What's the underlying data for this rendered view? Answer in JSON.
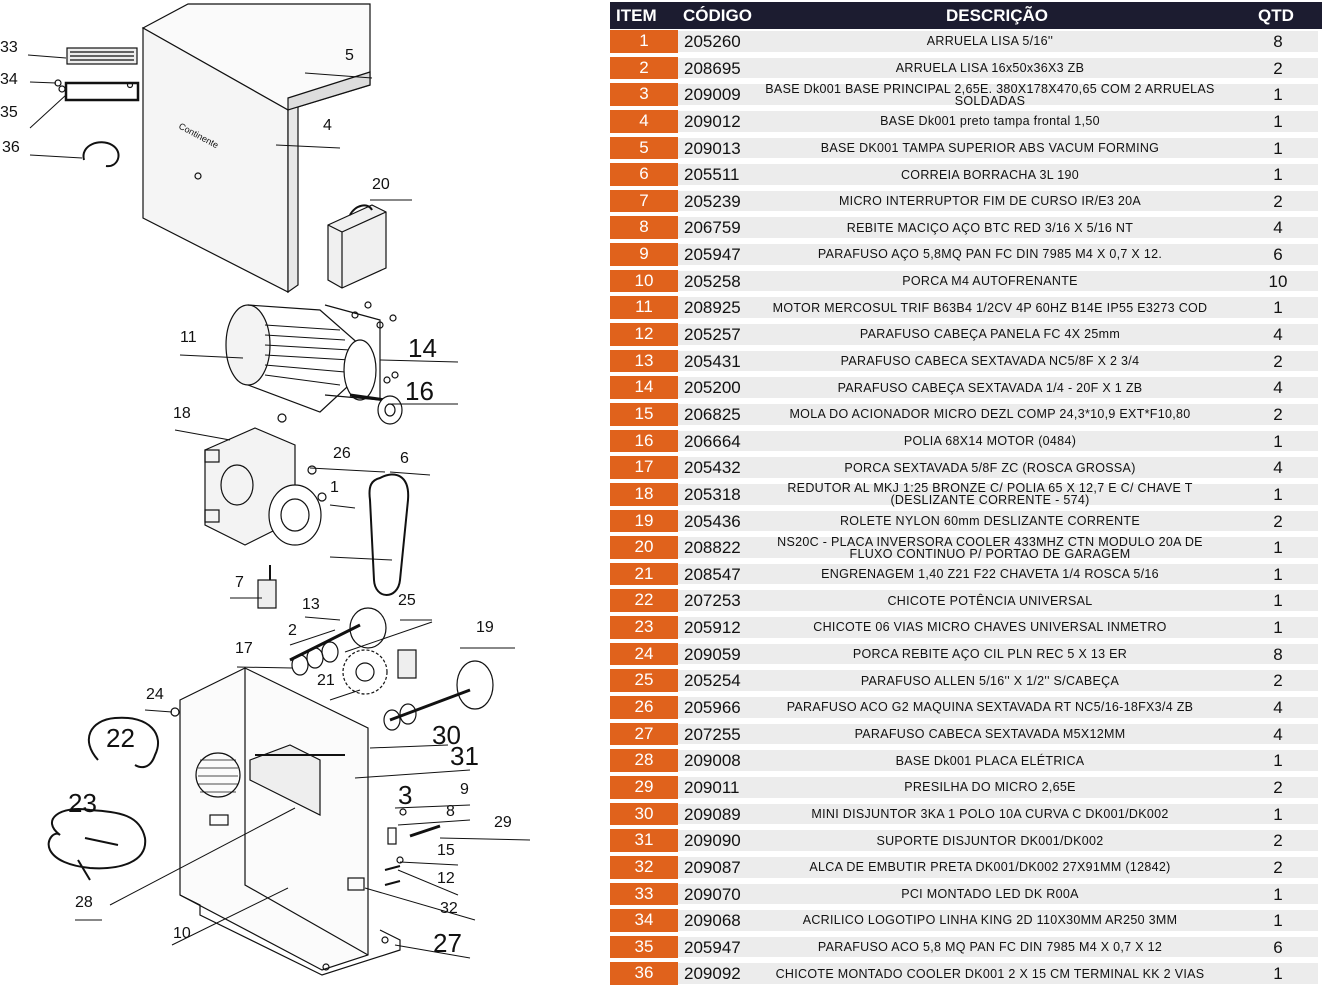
{
  "header": {
    "item": "ITEM",
    "code": "CÓDIGO",
    "desc": "DESCRIÇÃO",
    "qty": "QTD"
  },
  "parts": [
    {
      "item": "1",
      "code": "205260",
      "desc": "ARRUELA LISA 5/16''",
      "qty": "8"
    },
    {
      "item": "2",
      "code": "208695",
      "desc": "ARRUELA LISA 16x50x36X3 ZB",
      "qty": "2"
    },
    {
      "item": "3",
      "code": "209009",
      "desc": "BASE Dk001 BASE PRINCIPAL 2,65E. 380X178X470,65 COM 2 ARRUELAS SOLDADAS",
      "qty": "1"
    },
    {
      "item": "4",
      "code": "209012",
      "desc": "BASE Dk001 preto tampa frontal 1,50",
      "qty": "1"
    },
    {
      "item": "5",
      "code": "209013",
      "desc": "BASE DK001 TAMPA SUPERIOR ABS VACUM FORMING",
      "qty": "1"
    },
    {
      "item": "6",
      "code": "205511",
      "desc": "CORREIA BORRACHA 3L 190",
      "qty": "1"
    },
    {
      "item": "7",
      "code": "205239",
      "desc": "MICRO INTERRUPTOR FIM DE CURSO IR/E3 20A",
      "qty": "2"
    },
    {
      "item": "8",
      "code": "206759",
      "desc": "REBITE MACIÇO AÇO BTC RED 3/16 X 5/16 NT",
      "qty": "4"
    },
    {
      "item": "9",
      "code": "205947",
      "desc": "PARAFUSO AÇO 5,8MQ PAN FC DIN 7985 M4 X 0,7 X 12.",
      "qty": "6"
    },
    {
      "item": "10",
      "code": "205258",
      "desc": "PORCA M4 AUTOFRENANTE",
      "qty": "10"
    },
    {
      "item": "11",
      "code": "208925",
      "desc": "MOTOR MERCOSUL TRIF B63B4 1/2CV 4P 60HZ B14E IP55 E3273 COD",
      "qty": "1"
    },
    {
      "item": "12",
      "code": "205257",
      "desc": "PARAFUSO CABEÇA PANELA FC 4X 25mm",
      "qty": "4"
    },
    {
      "item": "13",
      "code": "205431",
      "desc": "PARAFUSO CABECA SEXTAVADA NC5/8F X 2 3/4",
      "qty": "2"
    },
    {
      "item": "14",
      "code": "205200",
      "desc": "PARAFUSO CABEÇA SEXTAVADA 1/4 - 20F X 1 ZB",
      "qty": "4"
    },
    {
      "item": "15",
      "code": "206825",
      "desc": "MOLA DO ACIONADOR MICRO DEZL COMP 24,3*10,9 EXT*F10,80",
      "qty": "2"
    },
    {
      "item": "16",
      "code": "206664",
      "desc": "POLIA 68X14 MOTOR (0484)",
      "qty": "1"
    },
    {
      "item": "17",
      "code": "205432",
      "desc": "PORCA SEXTAVADA 5/8F ZC (ROSCA GROSSA)",
      "qty": "4"
    },
    {
      "item": "18",
      "code": "205318",
      "desc": "REDUTOR AL MKJ 1:25 BRONZE C/ POLIA 65 X 12,7 E C/ CHAVE T (DESLIZANTE CORRENTE - 574)",
      "qty": "1"
    },
    {
      "item": "19",
      "code": "205436",
      "desc": "ROLETE NYLON 60mm DESLIZANTE CORRENTE",
      "qty": "2"
    },
    {
      "item": "20",
      "code": "208822",
      "desc": "NS20C - PLACA INVERSORA COOLER 433MHZ CTN MODULO 20A DE FLUXO CONTINUO P/ PORTAO DE GARAGEM",
      "qty": "1"
    },
    {
      "item": "21",
      "code": "208547",
      "desc": "ENGRENAGEM 1,40 Z21 F22 CHAVETA 1/4 ROSCA 5/16",
      "qty": "1"
    },
    {
      "item": "22",
      "code": "207253",
      "desc": "CHICOTE POTÊNCIA UNIVERSAL",
      "qty": "1"
    },
    {
      "item": "23",
      "code": "205912",
      "desc": "CHICOTE 06 VIAS MICRO CHAVES UNIVERSAL INMETRO",
      "qty": "1"
    },
    {
      "item": "24",
      "code": "209059",
      "desc": "PORCA REBITE AÇO CIL PLN REC 5 X 13 ER",
      "qty": "8"
    },
    {
      "item": "25",
      "code": "205254",
      "desc": "PARAFUSO ALLEN 5/16'' X 1/2'' S/CABEÇA",
      "qty": "2"
    },
    {
      "item": "26",
      "code": "205966",
      "desc": "PARAFUSO ACO G2 MAQUINA SEXTAVADA RT NC5/16-18FX3/4 ZB",
      "qty": "4"
    },
    {
      "item": "27",
      "code": "207255",
      "desc": "PARAFUSO CABECA SEXTAVADA M5X12MM",
      "qty": "4"
    },
    {
      "item": "28",
      "code": "209008",
      "desc": "BASE Dk001 PLACA ELÉTRICA",
      "qty": "1"
    },
    {
      "item": "29",
      "code": "209011",
      "desc": "PRESILHA DO MICRO 2,65E",
      "qty": "2"
    },
    {
      "item": "30",
      "code": "209089",
      "desc": "MINI DISJUNTOR 3KA 1 POLO 10A CURVA C DK001/DK002",
      "qty": "1"
    },
    {
      "item": "31",
      "code": "209090",
      "desc": "SUPORTE DISJUNTOR DK001/DK002",
      "qty": "2"
    },
    {
      "item": "32",
      "code": "209087",
      "desc": "ALCA DE EMBUTIR PRETA DK001/DK002 27X91MM (12842)",
      "qty": "2"
    },
    {
      "item": "33",
      "code": "209070",
      "desc": "PCI MONTADO LED DK R00A",
      "qty": "1"
    },
    {
      "item": "34",
      "code": "209068",
      "desc": "ACRILICO LOGOTIPO LINHA KING 2D 110X30MM AR250 3MM",
      "qty": "1"
    },
    {
      "item": "35",
      "code": "205947",
      "desc": "PARAFUSO ACO 5,8 MQ PAN FC DIN 7985 M4  X 0,7 X 12",
      "qty": "6"
    },
    {
      "item": "36",
      "code": "209092",
      "desc": "CHICOTE MONTADO COOLER DK001 2 X 15 CM TERMINAL KK 2 VIAS",
      "qty": "1"
    }
  ],
  "diagram": {
    "brand": "Continente",
    "callouts": {
      "c1": "1",
      "c2": "2",
      "c3": "3",
      "c4": "4",
      "c5": "5",
      "c6": "6",
      "c7": "7",
      "c8": "8",
      "c9": "9",
      "c10": "10",
      "c11": "11",
      "c12": "12",
      "c13": "13",
      "c14": "14",
      "c15": "15",
      "c16": "16",
      "c17": "17",
      "c18": "18",
      "c19": "19",
      "c20": "20",
      "c21": "21",
      "c22": "22",
      "c23": "23",
      "c24": "24",
      "c25": "25",
      "c26": "26",
      "c27": "27",
      "c28": "28",
      "c29": "29",
      "c30": "30",
      "c31": "31",
      "c32": "32",
      "c33": "33",
      "c34": "34",
      "c35": "35",
      "c36": "36"
    }
  }
}
